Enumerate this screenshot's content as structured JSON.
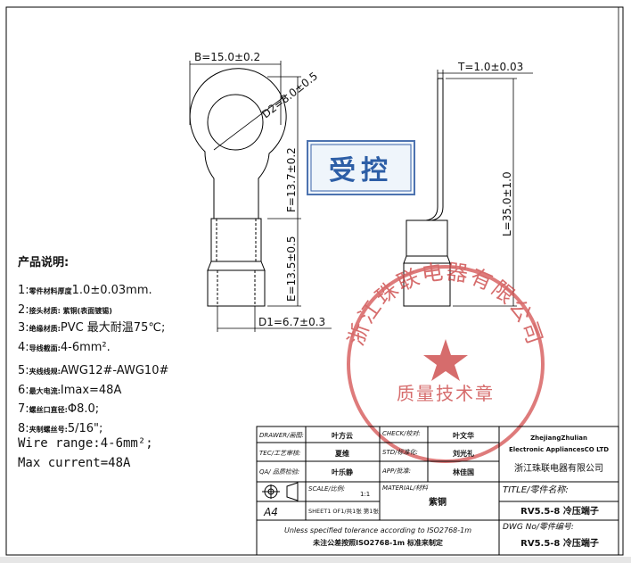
{
  "dimensions": {
    "b": "B=15.0±0.2",
    "d2": "D2=8.0±0.5",
    "f": "F=13.7±0.2",
    "e": "E=13.5±0.5",
    "d1": "D1=6.7±0.3",
    "t": "T=1.0±0.03",
    "l": "L=35.0±1.0"
  },
  "control_stamp": "受控",
  "seal": {
    "arc_text": "浙江珠联电器有限公司",
    "bottom_text": "质量技术章"
  },
  "notes": {
    "title": "产品说明:",
    "items": [
      {
        "num": "1:",
        "label": "零件材料厚度",
        "value": "1.0±0.03mm."
      },
      {
        "num": "2:",
        "label": "接头材质: 紫铜(表面镀锡)",
        "value": ""
      },
      {
        "num": "3:",
        "label": "绝缘材质:",
        "value": "PVC 最大耐温75℃;"
      },
      {
        "num": "4:",
        "label": "导线截面:",
        "value": "4-6mm²."
      },
      {
        "num": "5:",
        "label": "夹线线规:",
        "value": "AWG12#-AWG10#"
      },
      {
        "num": "6:",
        "label": "最大电流:",
        "value": "Imax=48A"
      },
      {
        "num": "7:",
        "label": "螺丝口直径:",
        "value": "Φ8.0;"
      },
      {
        "num": "8:",
        "label": "夹制螺丝号:",
        "value": "5/16\";"
      }
    ],
    "wire_range": "Wire range:4-6mm²;",
    "max_current": "Max current=48A"
  },
  "title_block": {
    "drawer_label": "DRAWER/画图:",
    "drawer_value": "叶方云",
    "check_label": "CHECK/校对:",
    "check_value": "叶文华",
    "tec_label": "TEC/工艺审核:",
    "tec_value": "夏维",
    "std_label": "STD/标准化:",
    "std_value": "刘光礼",
    "qa_label": "QA/ 品质检验:",
    "qa_value": "叶乐静",
    "app_label": "APP/批准:",
    "app_value": "林佳国",
    "company_en_1": "ZhejiangZhulian",
    "company_en_2": "Electronic AppliancesCO LTD",
    "company_cn": "浙江珠联电器有限公司",
    "scale_label": "SCALE/比例:",
    "scale_value": "1:1",
    "material_label": "MATERIAL/材料",
    "material_value": "紫铜",
    "title_label": "TITLE/零件名称:",
    "title_value": "RV5.5-8  冷压端子",
    "paper_size": "A4",
    "sheet_label": "SHEET1 OF1/共1张 第1张",
    "tolerance_en": "Unless specified tolerance according to ISO2768-1m",
    "tolerance_cn": "未注公差按照ISO2768-1m 标准来制定",
    "dwg_label": "DWG No/零件编号:",
    "dwg_value": "RV5.5-8  冷压端子"
  }
}
